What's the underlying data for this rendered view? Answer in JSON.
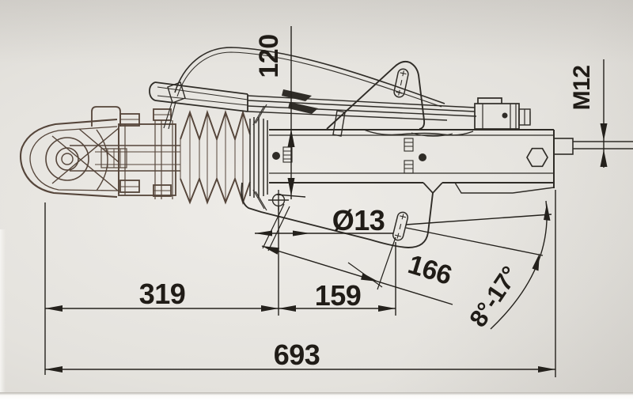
{
  "drawing": {
    "dimensions": {
      "height": "120",
      "thread": "M12",
      "hole_diameter": "Ø13",
      "hole_distance_diagonal": "166",
      "hole_distance_horizontal": "159",
      "length_front": "319",
      "length_total": "693",
      "angle_range": "8°-17°"
    },
    "colors": {
      "paper": "#e4e2dd",
      "ink": "#2f2c27",
      "ink_warm": "#55453a",
      "dimension_ink": "#24211c"
    }
  }
}
